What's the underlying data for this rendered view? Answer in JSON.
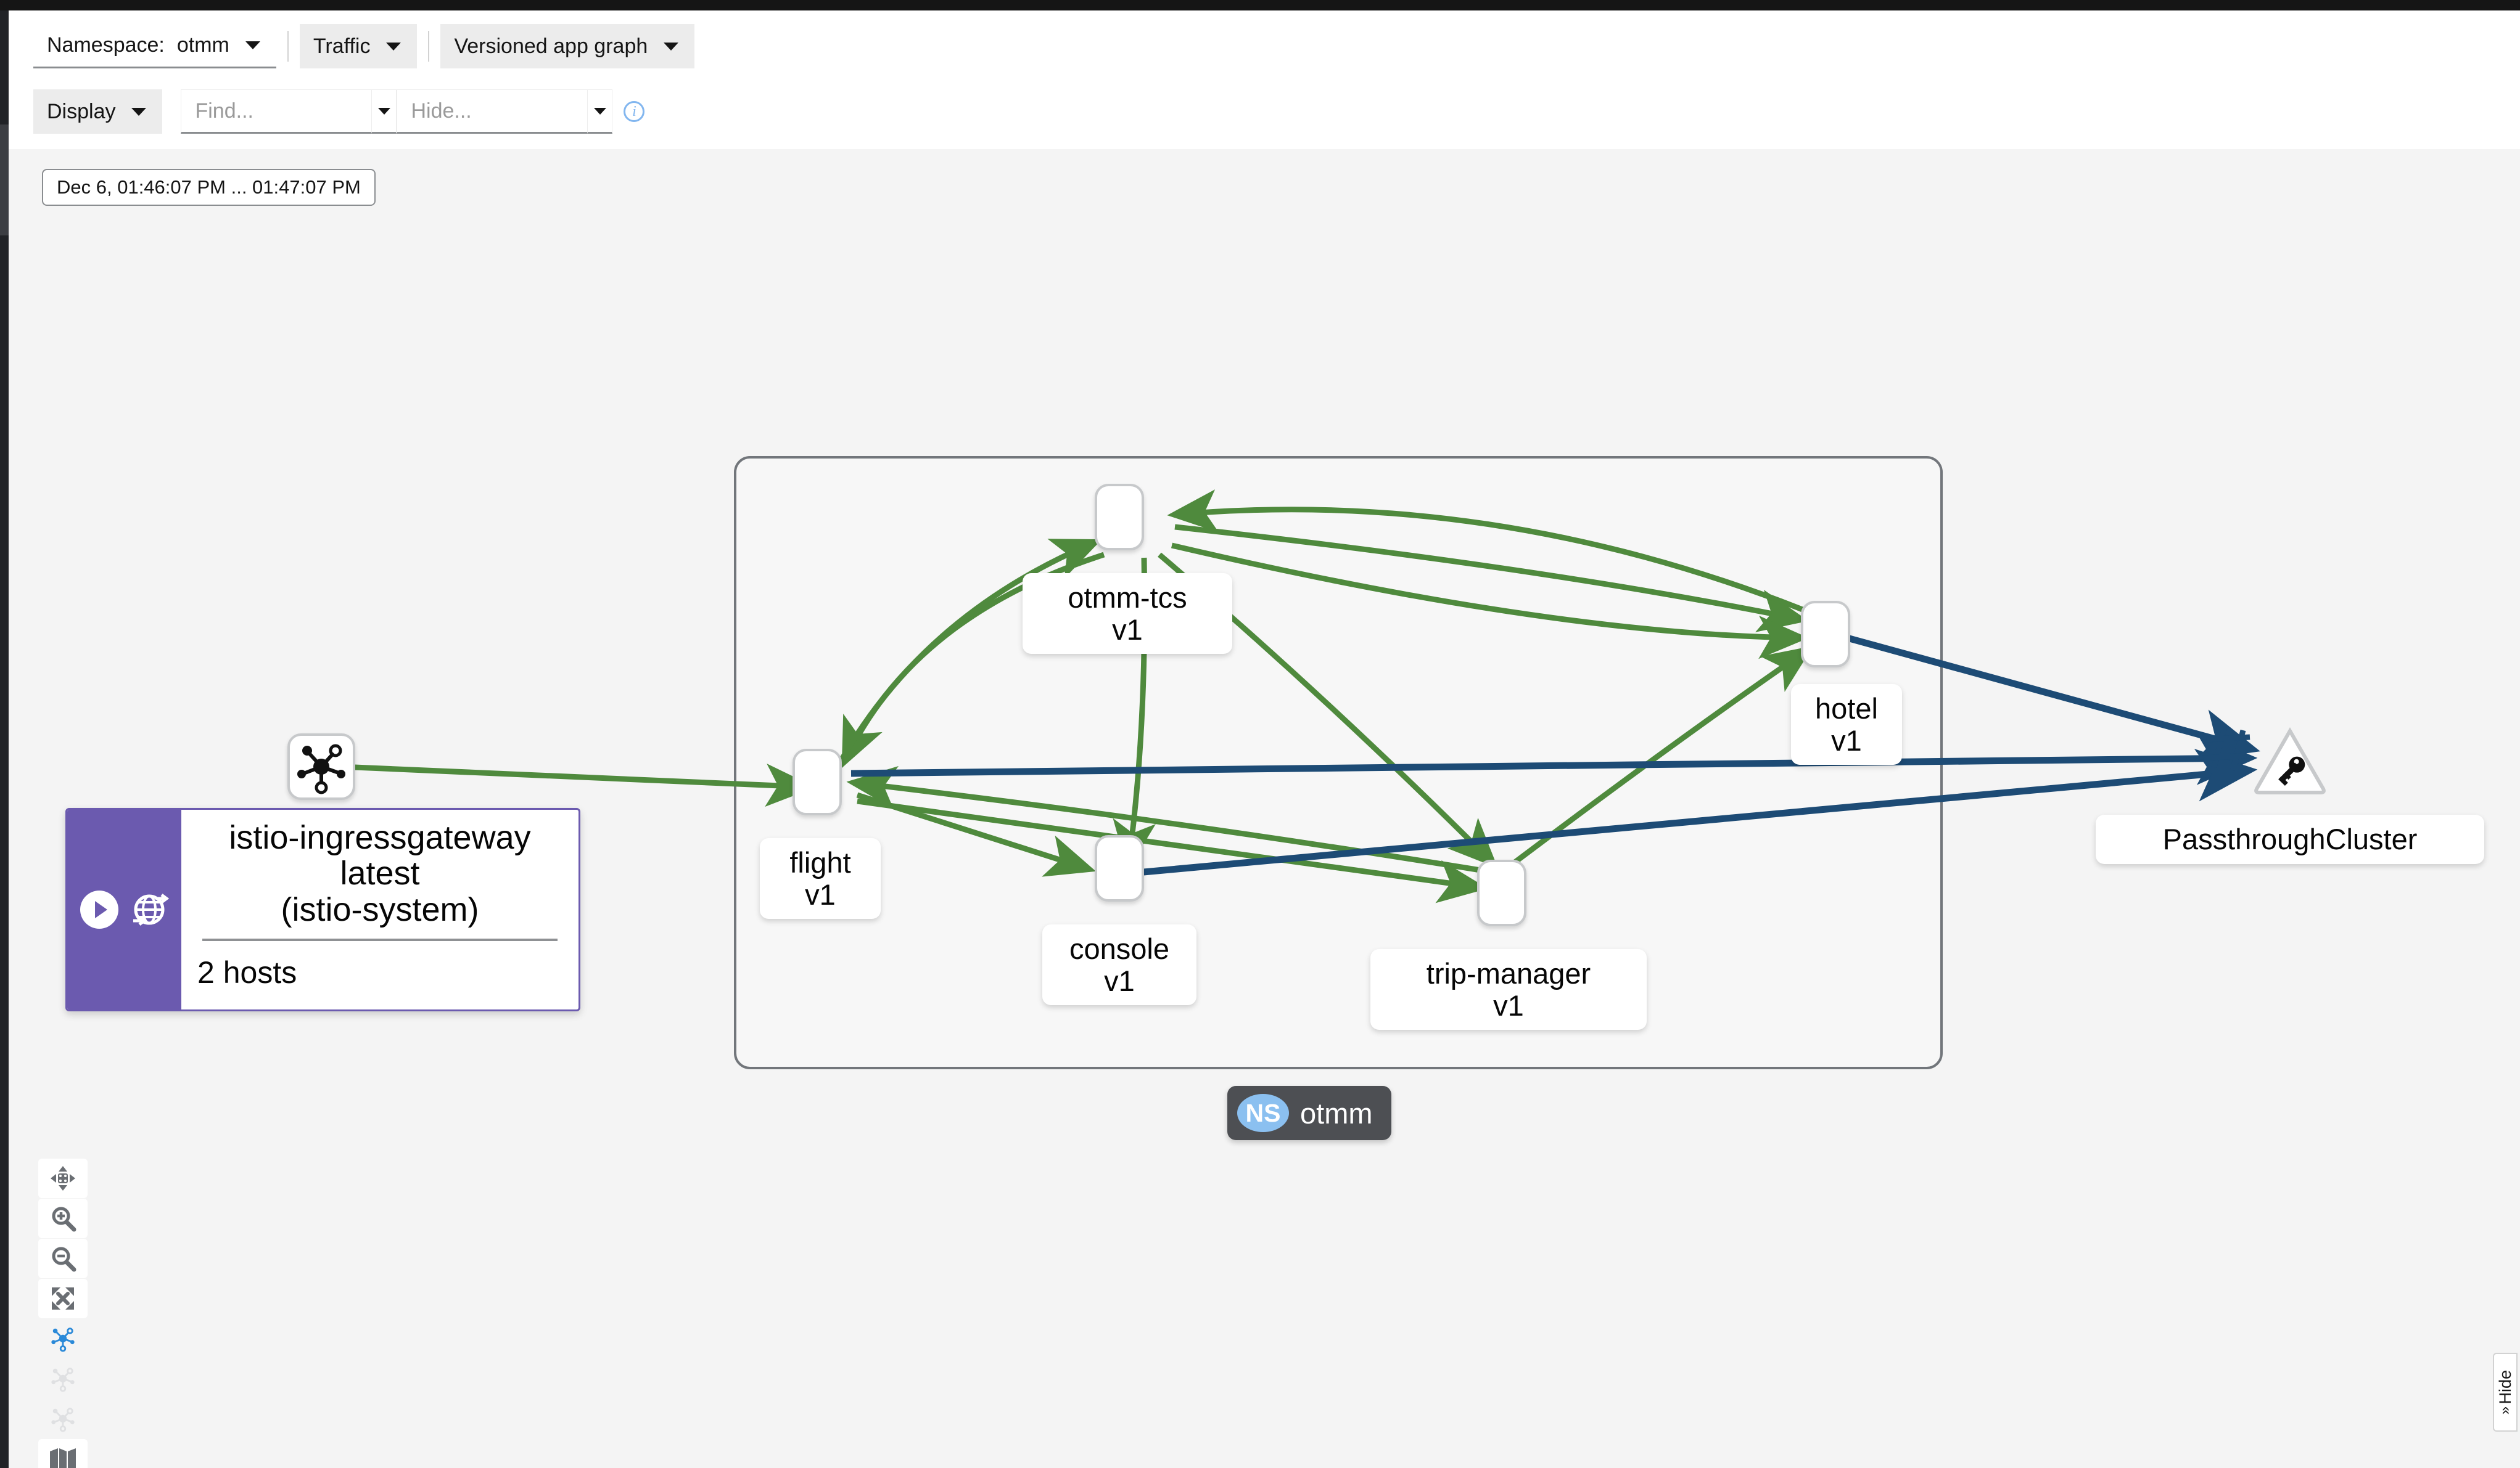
{
  "toolbar": {
    "namespace": {
      "label": "Namespace:",
      "value": "otmm",
      "icon": "chevron-down-icon"
    },
    "traffic": {
      "label": "Traffic",
      "icon": "chevron-down-icon"
    },
    "graph_type": {
      "label": "Versioned app graph",
      "icon": "chevron-down-icon"
    },
    "display": {
      "label": "Display",
      "icon": "chevron-down-icon"
    },
    "find": {
      "placeholder": "Find...",
      "value": "",
      "icon": "chevron-down-icon"
    },
    "hide": {
      "placeholder": "Hide...",
      "value": "",
      "icon": "chevron-down-icon"
    },
    "info": {
      "icon": "info-circle-icon"
    }
  },
  "graph": {
    "time_range": "Dec 6, 01:46:07 PM ... 01:47:07 PM",
    "namespace_chip": {
      "abbr": "NS",
      "name": "otmm"
    },
    "colors": {
      "edge_healthy": "#4f8a3d",
      "edge_tcp_mtls": "#1d4b75",
      "node_border": "#c7c9cb",
      "group_border": "#72767b",
      "ingress_accent": "#6b5aaf",
      "canvas_bg": "#f4f4f4",
      "chip_bg": "#4d4f53",
      "chip_ns_bg": "#8bc0f0"
    },
    "ingress_node": {
      "name": "istio-ingressgateway",
      "version": "latest",
      "namespace": "(istio-system)",
      "detail": "2 hosts",
      "badges": [
        "gateway-arrow-icon",
        "virtual-service-globe-icon"
      ],
      "shape_icon": "service-topology-icon"
    },
    "services": [
      {
        "name": "otmm-tcs",
        "version": "v1"
      },
      {
        "name": "flight",
        "version": "v1"
      },
      {
        "name": "console",
        "version": "v1"
      },
      {
        "name": "trip-manager",
        "version": "v1"
      },
      {
        "name": "hotel",
        "version": "v1"
      }
    ],
    "external": {
      "name": "PassthroughCluster",
      "icon": "key-icon",
      "shape": "triangle"
    }
  },
  "tools": [
    {
      "name": "pan-tool",
      "icon": "move-arrows-icon",
      "state": "enabled"
    },
    {
      "name": "zoom-in-tool",
      "icon": "zoom-in-icon",
      "state": "enabled"
    },
    {
      "name": "zoom-out-tool",
      "icon": "zoom-out-icon",
      "state": "enabled"
    },
    {
      "name": "fit-to-screen-tool",
      "icon": "expand-arrows-icon",
      "state": "enabled"
    },
    {
      "name": "layout-1-tool",
      "icon": "topology-icon",
      "state": "active"
    },
    {
      "name": "layout-2-tool",
      "icon": "topology-icon",
      "state": "disabled"
    },
    {
      "name": "layout-3-tool",
      "icon": "topology-icon",
      "state": "disabled"
    },
    {
      "name": "legend-tool",
      "icon": "map-icon",
      "state": "enabled"
    }
  ],
  "side_panel": {
    "hide_label": "Hide",
    "chevron": "»"
  }
}
